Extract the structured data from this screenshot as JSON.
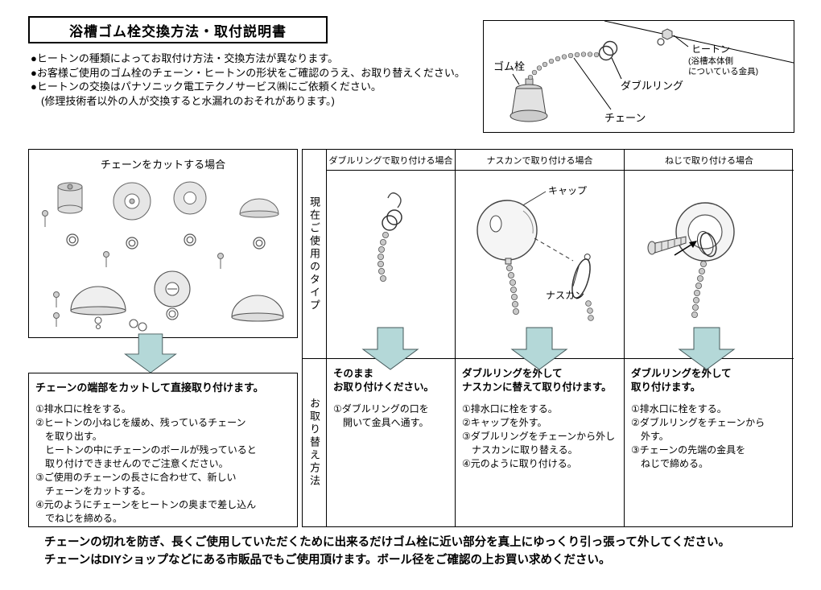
{
  "title": "浴槽ゴム栓交換方法・取付説明書",
  "intro": {
    "bullets": [
      "●ヒートンの種類によってお取付け方法・交換方法が異なります。",
      "●お客様ご使用のゴム栓のチェーン・ヒートンの形状をご確認のうえ、お取り替えください。",
      "●ヒートンの交換はパナソニック電工テクノサービス㈱にご依頼ください。",
      "　(修理技術者以外の人が交換すると水漏れのおそれがあります。)"
    ]
  },
  "diagram": {
    "label_plug": "ゴム栓",
    "label_double_ring": "ダブルリング",
    "label_chain": "チェーン",
    "label_heaton": "ヒートン",
    "label_heaton_note": "(浴槽本体側\nについている金具)"
  },
  "table": {
    "row_label_current": "現在ご使用のタイプ",
    "row_label_method": "お取り替え方法",
    "cut_section": {
      "header": "チェーンをカットする場合",
      "method_title": "チェーンの端部をカットして直接取り付けます。",
      "steps": [
        "①排水口に栓をする。",
        "②ヒートンの小ねじを緩め、残っているチェーン",
        "　を取り出す。",
        "　ヒートンの中にチェーンのボールが残っていると",
        "　取り付けできませんのでご注意ください。",
        "③ご使用のチェーンの長さに合わせて、新しい",
        "　チェーンをカットする。",
        "④元のようにチェーンをヒートンの奥まで差し込ん",
        "　でねじを締める。"
      ]
    },
    "columns": [
      {
        "header": "ダブルリングで取り付ける場合",
        "method_title": "そのまま\nお取り付けください。",
        "steps": [
          "①ダブルリングの口を",
          "　開いて金具へ通す。"
        ]
      },
      {
        "header": "ナスカンで取り付ける場合",
        "label_cap": "キャップ",
        "label_nasukan": "ナスカン",
        "method_title": "ダブルリングを外して\nナスカンに替えて取り付けます。",
        "steps": [
          "①排水口に栓をする。",
          "②キャップを外す。",
          "③ダブルリングをチェーンから外し",
          "　ナスカンに取り替える。",
          "④元のように取り付ける。"
        ]
      },
      {
        "header": "ねじで取り付ける場合",
        "method_title": "ダブルリングを外して\n取り付けます。",
        "steps": [
          "①排水口に栓をする。",
          "②ダブルリングをチェーンから",
          "　外す。",
          "③チェーンの先端の金具を",
          "　ねじで締める。"
        ]
      }
    ]
  },
  "footer": {
    "lines": [
      "チェーンの切れを防ぎ、長くご使用していただくために出来るだけゴム栓に近い部分を真上にゆっくり引っ張って外してください。",
      "チェーンはDIYショップなどにある市販品でもご使用頂けます。ボール径をご確認の上お買い求めください。"
    ]
  },
  "colors": {
    "arrow_fill": "#b4d8d8",
    "arrow_stroke": "#44585a"
  }
}
